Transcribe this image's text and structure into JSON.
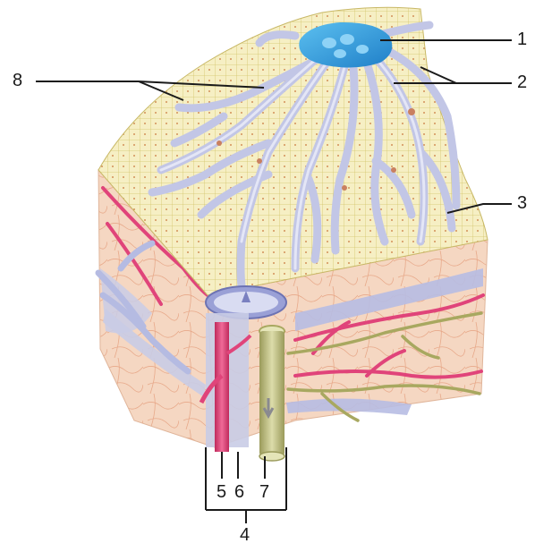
{
  "labels": {
    "l1": "1",
    "l2": "2",
    "l3": "3",
    "l4": "4",
    "l5": "5",
    "l6": "6",
    "l7": "7",
    "l8": "8"
  },
  "colors": {
    "hepatocyte_fill": "#f5eec0",
    "cell_border": "#cfc36a",
    "sinusoid": "#c9cce6",
    "sinusoid_edge": "#8f93c2",
    "central_vein": "#3aa0e0",
    "artery": "#e0447a",
    "bile_duct": "#b9b97a",
    "connective_tissue": "#f4d0b8",
    "portal_vein": "#aab0dc",
    "line": "#1a1a1a"
  }
}
